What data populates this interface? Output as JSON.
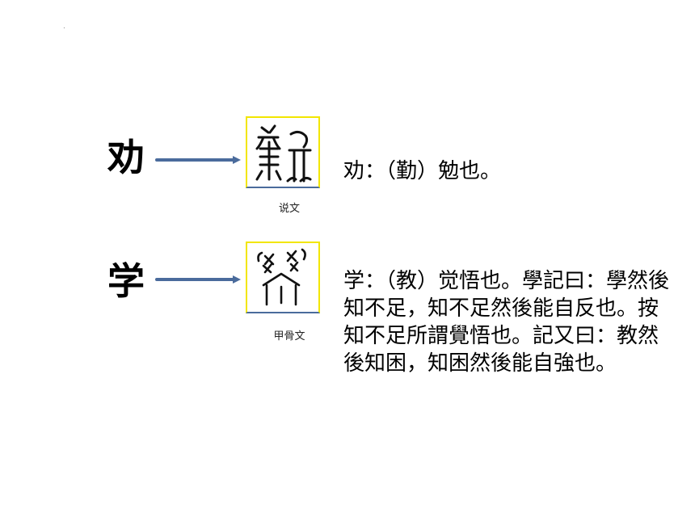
{
  "slide": {
    "corner_mark": "·",
    "entries": [
      {
        "character": "劝",
        "caption": "说文",
        "definition": "劝：（勤）勉也。"
      },
      {
        "character": "学",
        "caption": "甲骨文",
        "definition": "学：（教）觉悟也。學記曰：學然後知不足，知不足然後能自反也。按知不足所謂覺悟也。記又曰：教然後知困，知困然後能自強也。"
      }
    ],
    "colors": {
      "arrow": "#4a6b9c",
      "glyph_border": "#f2e600",
      "glyph_bottom_border": "#4a6b9c"
    },
    "icons": [
      "arrow-right-icon",
      "seal-script-glyph-quan",
      "oracle-bone-glyph-xue"
    ]
  }
}
